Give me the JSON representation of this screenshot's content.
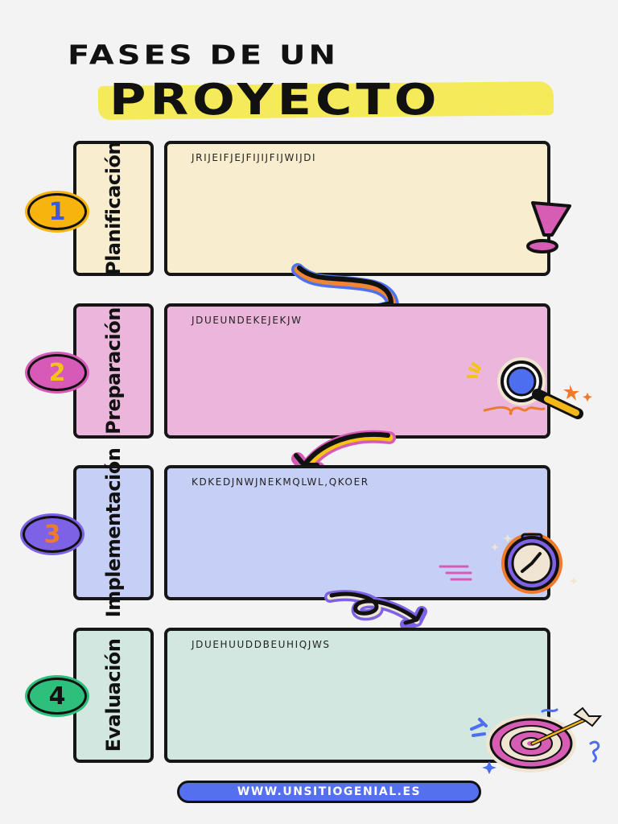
{
  "header": {
    "title_line1": "FASES DE UN",
    "title_line2": "PROYECTO",
    "highlight_color": "#f5ea5a"
  },
  "phases": [
    {
      "number": "1",
      "label": "Planificación",
      "content": "JRIJEIFJEJFIJIJFIJWIJDI",
      "bg_color": "#f8edcf",
      "badge_color": "#f6b40d",
      "badge_text_color": "#3b5bd9",
      "icon": "exclamation-icon"
    },
    {
      "number": "2",
      "label": "Preparación",
      "content": "JDUEUNDEKEJEKJW",
      "bg_color": "#ecb6dc",
      "badge_color": "#d85ab8",
      "badge_text_color": "#f3c316",
      "icon": "magnifier-icon"
    },
    {
      "number": "3",
      "label": "Implementación",
      "content": "KDKEDJNWJNEKMQLWL,QKOER",
      "bg_color": "#c6d0f6",
      "badge_color": "#7d62e6",
      "badge_text_color": "#f07a2c",
      "icon": "stopwatch-icon"
    },
    {
      "number": "4",
      "label": "Evaluación",
      "content": "JDUEHUUDDBEUHIQJWS",
      "bg_color": "#d3e7e1",
      "badge_color": "#2fbf7c",
      "badge_text_color": "#111111",
      "icon": "target-icon"
    }
  ],
  "footer": {
    "website": "WWW.UNSITIOGENIAL.ES",
    "bg_color": "#5470ef"
  }
}
